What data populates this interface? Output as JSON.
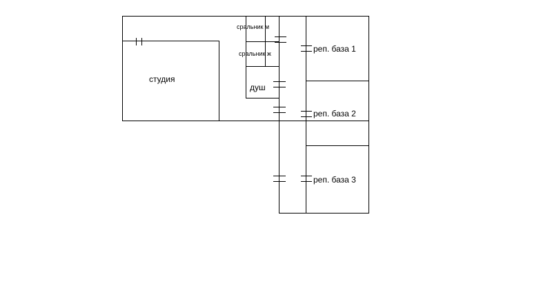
{
  "rooms": {
    "studio": "студия",
    "toilet_m": "сральник м",
    "toilet_f": "сральник ж",
    "shower": "душ",
    "rehearsal_1": "реп. база 1",
    "rehearsal_2": "реп. база 2",
    "rehearsal_3": "реп. база 3"
  },
  "colors": {
    "line": "#000000",
    "background": "#ffffff"
  }
}
